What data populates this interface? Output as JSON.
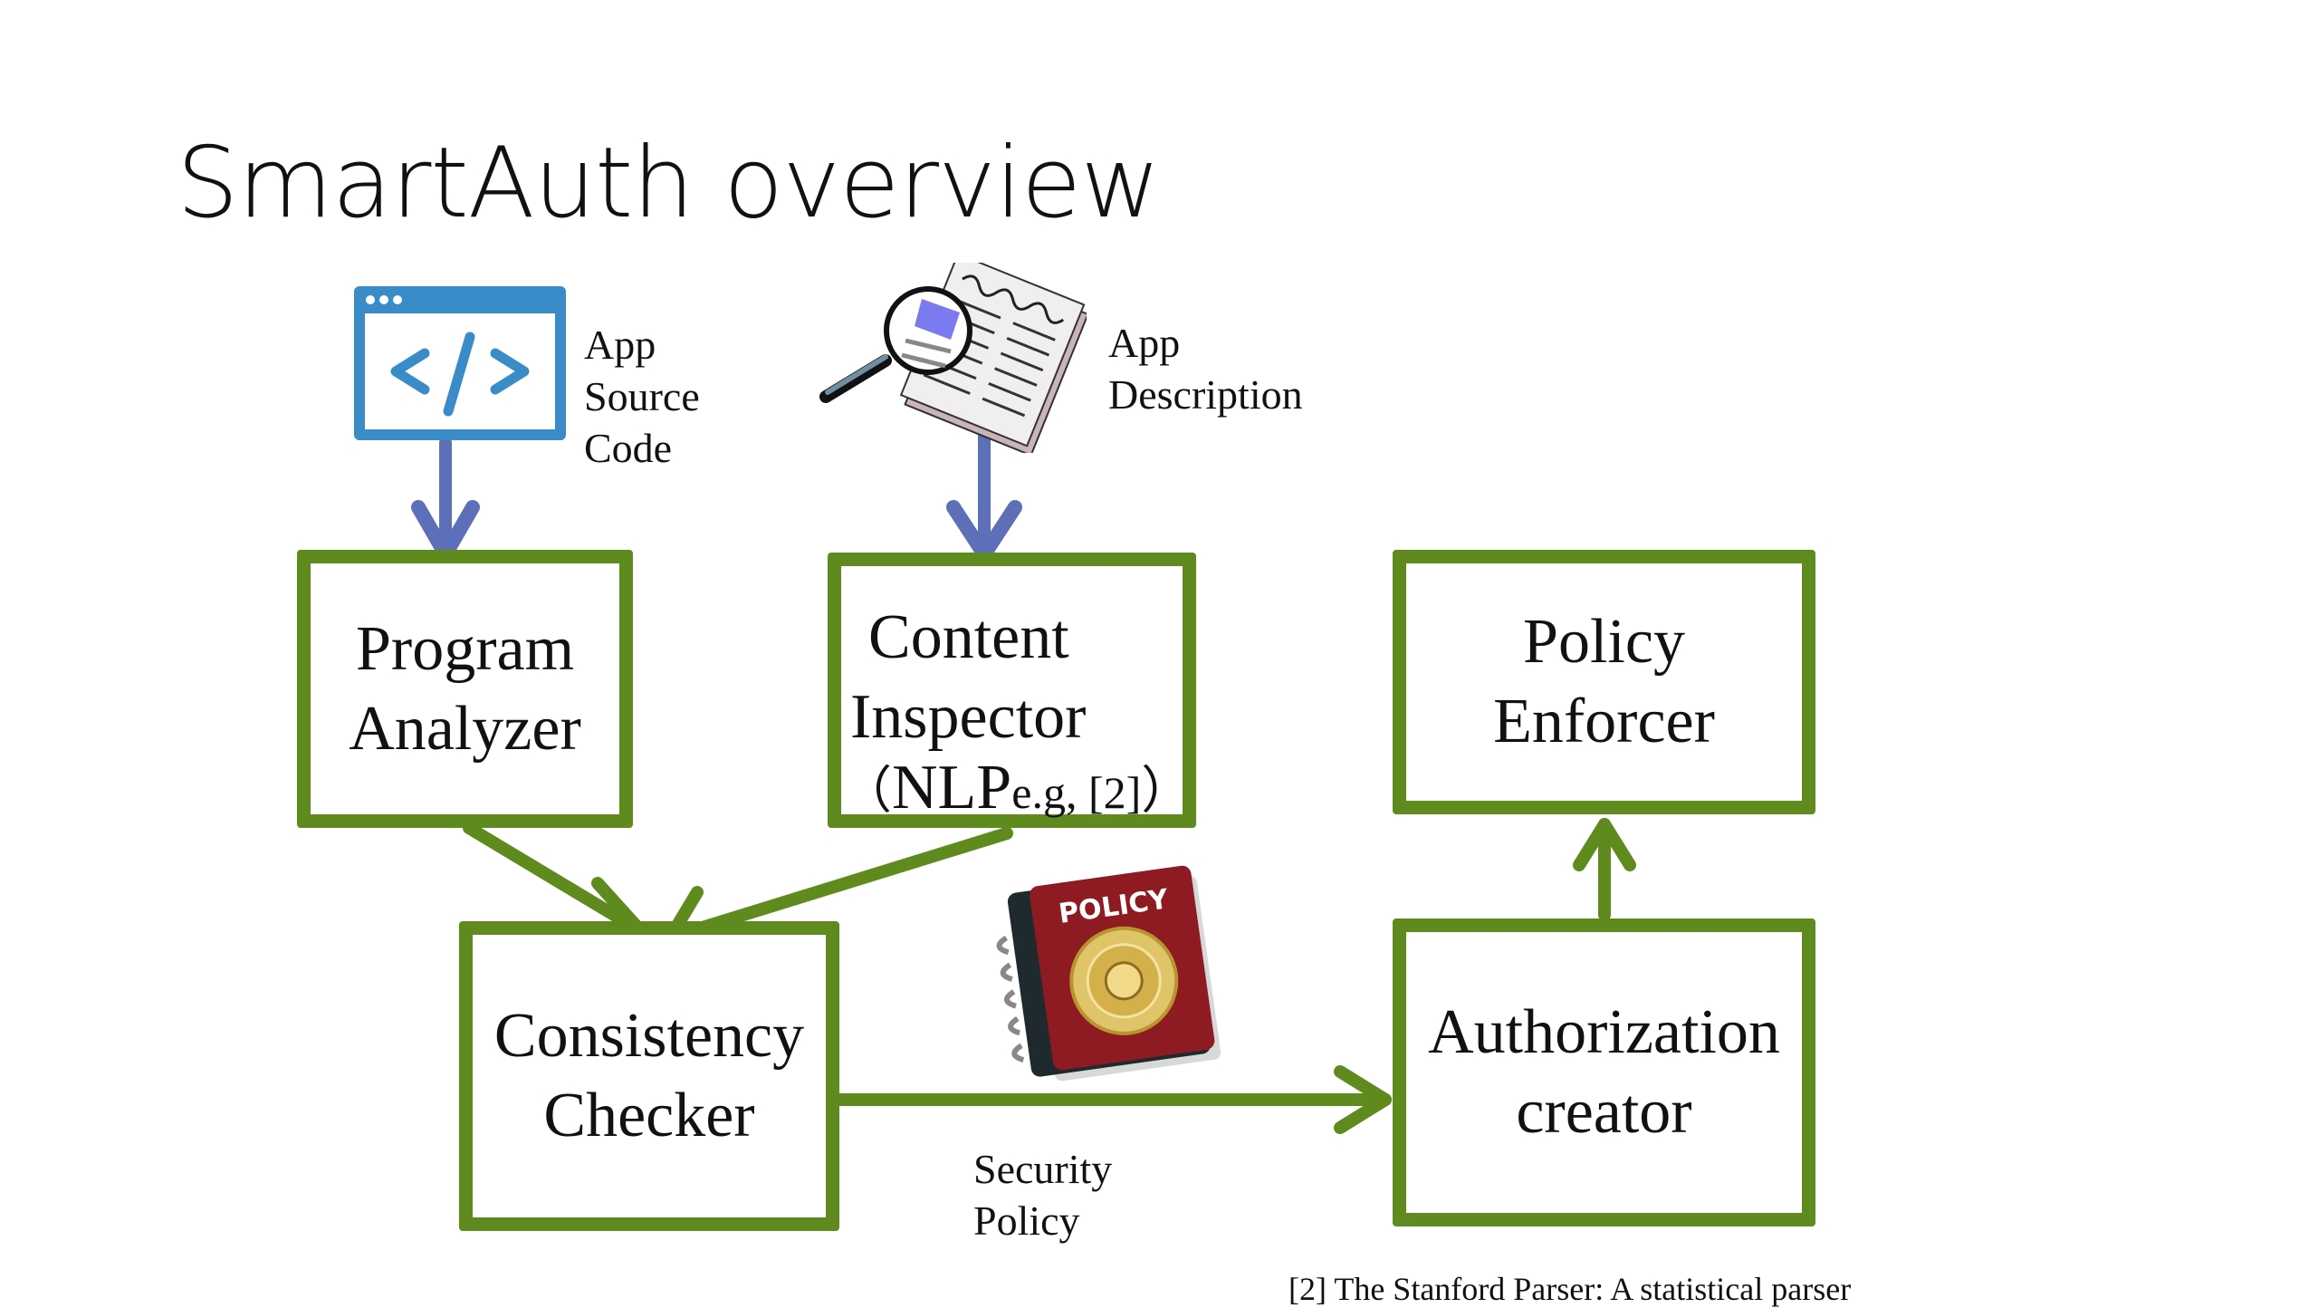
{
  "slide": {
    "title": "SmartAuth overview"
  },
  "inputs": {
    "source_code": {
      "icon": "code-window-icon",
      "label_lines": [
        "App",
        "Source",
        "Code"
      ]
    },
    "description": {
      "icon": "document-magnifier-icon",
      "label_lines": [
        "App",
        "Description"
      ]
    }
  },
  "components": {
    "program_analyzer": {
      "lines": [
        "Program",
        "Analyzer"
      ]
    },
    "content_inspector": {
      "lines": [
        "Content",
        "Inspector"
      ],
      "note_open": "（",
      "note_main": "NLP",
      "note_sub": "e.g, [2]",
      "note_close": "）"
    },
    "policy_enforcer": {
      "lines": [
        "Policy",
        "Enforcer"
      ]
    },
    "consistency_checker": {
      "lines": [
        "Consistency",
        "Checker"
      ]
    },
    "authorization_creator": {
      "lines": [
        "Authorization",
        "creator"
      ]
    }
  },
  "policy_artifact": {
    "icon": "policy-book-icon",
    "book_label": "POLICY",
    "label_lines": [
      "Security",
      "Policy"
    ]
  },
  "footnote": "[2] The Stanford Parser: A statistical parser",
  "colors": {
    "box_border": "#5f8a1e",
    "input_arrow": "#5c6fb8",
    "code_icon": "#3a8cc9",
    "book_cover": "#8e1b22"
  }
}
